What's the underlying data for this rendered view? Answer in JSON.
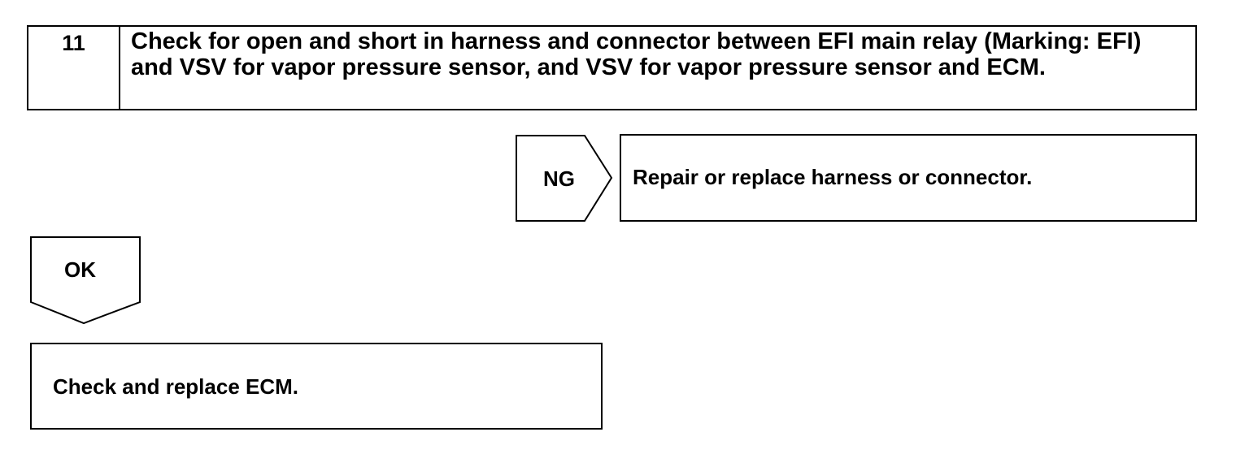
{
  "step": {
    "number": "11",
    "title": "Check for open and short in harness and connector between EFI main relay (Marking: EFI) and VSV for vapor pressure sensor, and VSV for vapor pressure sensor and ECM."
  },
  "ng_branch": {
    "label": "NG",
    "action": "Repair or replace harness or connector."
  },
  "ok_branch": {
    "label": "OK",
    "action": "Check and replace ECM."
  }
}
